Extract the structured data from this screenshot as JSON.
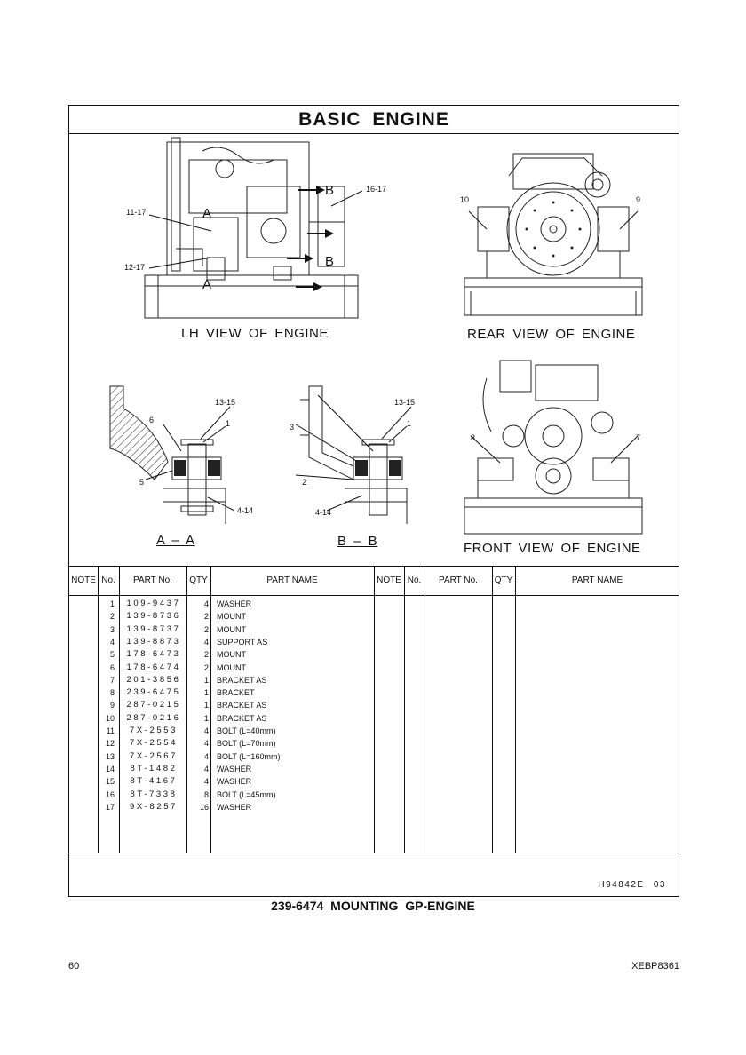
{
  "title": "BASIC ENGINE",
  "views": {
    "lh": "LH VIEW OF ENGINE",
    "rear": "REAR VIEW OF ENGINE",
    "front": "FRONT VIEW OF ENGINE",
    "section_a": "A – A",
    "section_b": "B – B"
  },
  "callouts": {
    "c11_17": "11-17",
    "c12_17": "12-17",
    "c16_17": "16-17",
    "a1": "A",
    "a2": "A",
    "b1": "B",
    "b2": "B",
    "c10": "10",
    "c9": "9",
    "c8": "8",
    "c7": "7",
    "c6": "6",
    "c5": "5",
    "c1a": "1",
    "c13_15a": "13-15",
    "c4_14a": "4-14",
    "c3": "3",
    "c2": "2",
    "c1b": "1",
    "c13_15b": "13-15",
    "c4_14b": "4-14"
  },
  "table": {
    "headers": {
      "note": "NOTE",
      "no": "No.",
      "part_no": "PART No.",
      "qty": "QTY",
      "part_name": "PART NAME"
    },
    "rows": [
      {
        "no": "1",
        "part": "109-9437",
        "qty": "4",
        "name": "WASHER"
      },
      {
        "no": "2",
        "part": "139-8736",
        "qty": "2",
        "name": "MOUNT"
      },
      {
        "no": "3",
        "part": "139-8737",
        "qty": "2",
        "name": "MOUNT"
      },
      {
        "no": "4",
        "part": "139-8873",
        "qty": "4",
        "name": "SUPPORT AS"
      },
      {
        "no": "5",
        "part": "178-6473",
        "qty": "2",
        "name": "MOUNT"
      },
      {
        "no": "6",
        "part": "178-6474",
        "qty": "2",
        "name": "MOUNT"
      },
      {
        "no": "7",
        "part": "201-3856",
        "qty": "1",
        "name": "BRACKET AS"
      },
      {
        "no": "8",
        "part": "239-6475",
        "qty": "1",
        "name": "BRACKET"
      },
      {
        "no": "9",
        "part": "287-0215",
        "qty": "1",
        "name": "BRACKET AS"
      },
      {
        "no": "10",
        "part": "287-0216",
        "qty": "1",
        "name": "BRACKET AS"
      },
      {
        "no": "11",
        "part": "7X-2553",
        "qty": "4",
        "name": "BOLT (L=40mm)"
      },
      {
        "no": "12",
        "part": "7X-2554",
        "qty": "4",
        "name": "BOLT (L=70mm)"
      },
      {
        "no": "13",
        "part": "7X-2567",
        "qty": "4",
        "name": "BOLT (L=160mm)"
      },
      {
        "no": "14",
        "part": "8T-1482",
        "qty": "4",
        "name": "WASHER"
      },
      {
        "no": "15",
        "part": "8T-4167",
        "qty": "4",
        "name": "WASHER"
      },
      {
        "no": "16",
        "part": "8T-7338",
        "qty": "8",
        "name": "BOLT (L=45mm)"
      },
      {
        "no": "17",
        "part": "9X-8257",
        "qty": "16",
        "name": "WASHER"
      }
    ]
  },
  "figure_code": "H94842E 03",
  "group_title": "239-6474 MOUNTING GP-ENGINE",
  "page_number": "60",
  "doc_code": "XEBP8361"
}
